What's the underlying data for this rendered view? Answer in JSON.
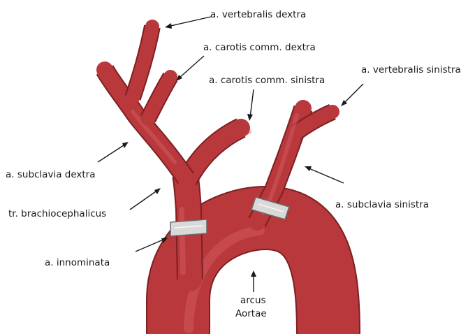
{
  "labels": {
    "vertebralis_dextra": "a. vertebralis dextra",
    "carotis_comm_dextra": "a. carotis comm. dextra",
    "carotis_comm_sinistra": "a. carotis comm. sinistra",
    "vertebralis_sinistra": "a. vertebralis sinistra",
    "subclavia_dextra": "a. subclavia dextra",
    "tr_brachiocephalicus": "tr. brachiocephalicus",
    "subclavia_sinistra": "a. subclavia sinistra",
    "innominata": "a. innominata",
    "arcus": "arcus",
    "aortae": "Aortae"
  },
  "colors": {
    "vessel": "#b8383c",
    "vessel_edge": "#7e1f22",
    "clip": "#d9d9d9"
  }
}
